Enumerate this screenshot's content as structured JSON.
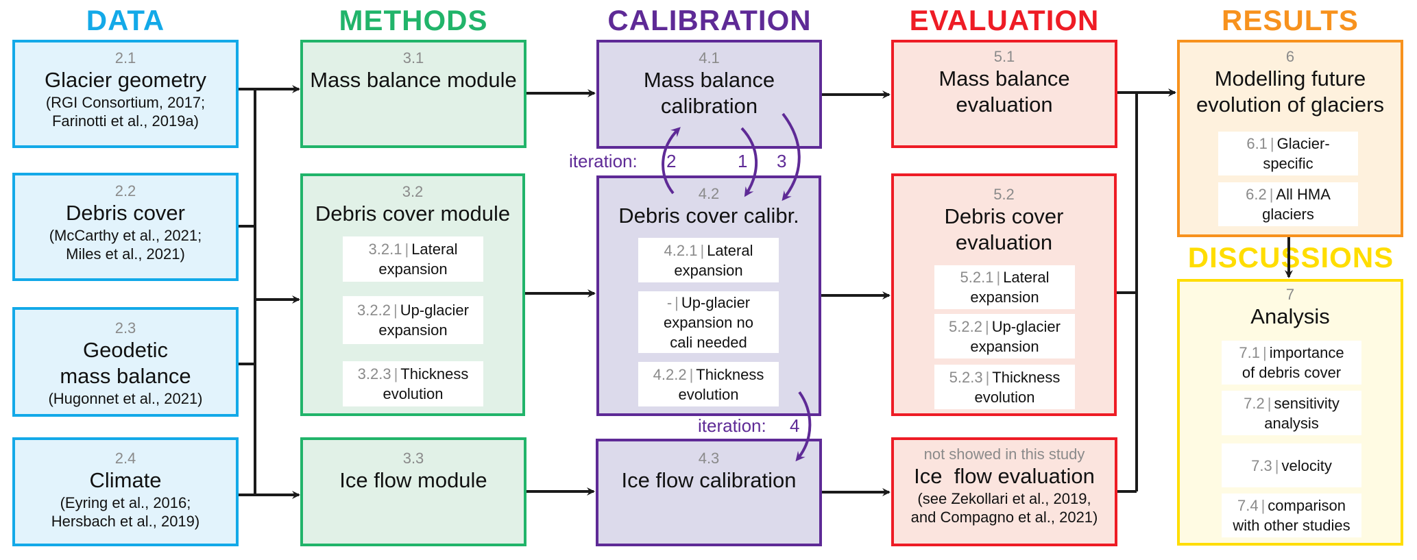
{
  "colors": {
    "data": "#13a9e8",
    "methods": "#21b46a",
    "calibration": "#5e2a96",
    "evaluation": "#ee1c25",
    "results": "#f7921e",
    "discussions": "#ffdd00",
    "connector": "#1a1a1a"
  },
  "columns": {
    "data": "DATA",
    "methods": "METHODS",
    "calibration": "CALIBRATION",
    "evaluation": "EVALUATION",
    "results": "RESULTS",
    "discussions": "DISCUSSIONS"
  },
  "data": [
    {
      "num": "2.1",
      "title": "Glacier geometry",
      "ref": [
        "(RGI Consortium, 2017;",
        "Farinotti et al., 2019a)"
      ]
    },
    {
      "num": "2.2",
      "title": "Debris cover",
      "ref": [
        "(McCarthy et al., 2021;",
        "Miles et al., 2021)"
      ]
    },
    {
      "num": "2.3",
      "title": [
        "Geodetic",
        "mass balance"
      ],
      "ref": [
        "(Hugonnet et al., 2021)"
      ]
    },
    {
      "num": "2.4",
      "title": "Climate",
      "ref": [
        "(Eyring et al., 2016;",
        "Hersbach et al., 2019)"
      ]
    }
  ],
  "methods": [
    {
      "num": "3.1",
      "title": "Mass balance module"
    },
    {
      "num": "3.2",
      "title": "Debris cover module",
      "subs": [
        {
          "num": "3.2.1",
          "text": [
            "Lateral",
            "expansion"
          ]
        },
        {
          "num": "3.2.2",
          "text": [
            "Up-glacier",
            "expansion"
          ]
        },
        {
          "num": "3.2.3",
          "text": [
            "Thickness",
            "evolution"
          ]
        }
      ]
    },
    {
      "num": "3.3",
      "title": "Ice flow module"
    }
  ],
  "calibration": [
    {
      "num": "4.1",
      "title": [
        "Mass balance",
        "calibration"
      ]
    },
    {
      "num": "4.2",
      "title": "Debris cover calibr.",
      "subs": [
        {
          "num": "4.2.1",
          "text": [
            "Lateral",
            "expansion"
          ]
        },
        {
          "num": "-",
          "text": [
            "Up-glacier",
            "expansion no",
            "cali needed"
          ]
        },
        {
          "num": "4.2.2",
          "text": [
            "Thickness",
            "evolution"
          ]
        }
      ]
    },
    {
      "num": "4.3",
      "title": "Ice flow calibration"
    }
  ],
  "iterations": {
    "label_top": "iteration:",
    "n2": "2",
    "n1": "1",
    "n3": "3",
    "label_bottom": "iteration:",
    "n4": "4"
  },
  "evaluation": [
    {
      "num": "5.1",
      "title": [
        "Mass balance",
        "evaluation"
      ]
    },
    {
      "num": "5.2",
      "title": [
        "Debris cover",
        "evaluation"
      ],
      "subs": [
        {
          "num": "5.2.1",
          "text": [
            "Lateral",
            "expansion"
          ]
        },
        {
          "num": "5.2.2",
          "text": [
            "Up-glacier",
            "expansion"
          ]
        },
        {
          "num": "5.2.3",
          "text": [
            "Thickness",
            "evolution"
          ]
        }
      ]
    },
    {
      "note": "not showed in this study",
      "title": "Ice  flow evaluation",
      "ref": [
        "(see Zekollari et al., 2019,",
        "and Compagno et al., 2021)"
      ]
    }
  ],
  "results": {
    "num": "6",
    "title": [
      "Modelling future",
      "evolution of glaciers"
    ],
    "subs": [
      {
        "num": "6.1",
        "text": [
          "Glacier-",
          "specific"
        ]
      },
      {
        "num": "6.2",
        "text": [
          "All HMA",
          "glaciers"
        ]
      }
    ]
  },
  "discussions": {
    "num": "7",
    "title": "Analysis",
    "subs": [
      {
        "num": "7.1",
        "text": [
          "importance",
          "of debris cover"
        ]
      },
      {
        "num": "7.2",
        "text": [
          "sensitivity",
          "analysis"
        ]
      },
      {
        "num": "7.3",
        "text": [
          "velocity"
        ]
      },
      {
        "num": "7.4",
        "text": [
          "comparison",
          "with other studies"
        ]
      }
    ]
  }
}
